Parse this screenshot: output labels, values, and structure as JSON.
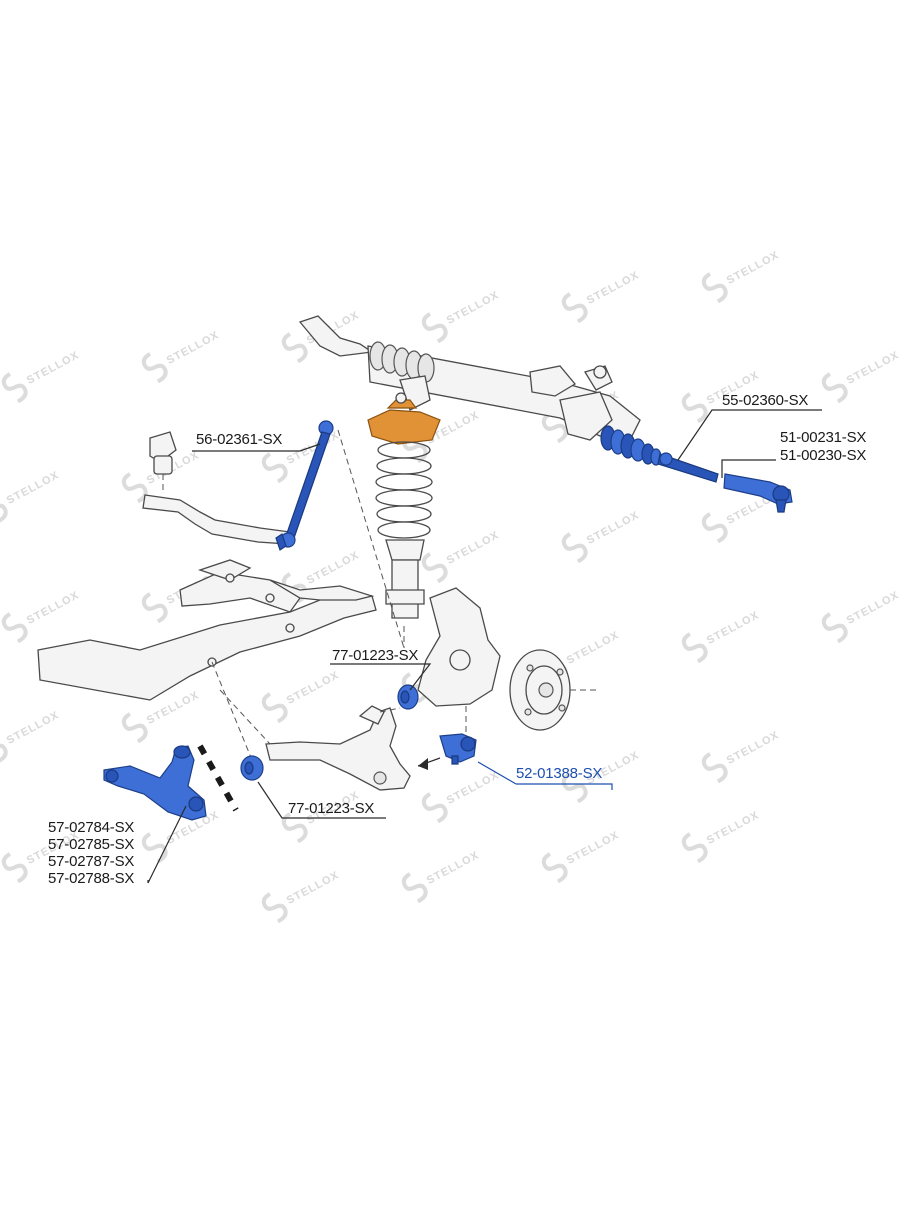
{
  "labels": {
    "rack_boot": "55-02360-SX",
    "tie_rod_end_1": "51-00231-SX",
    "tie_rod_end_2": "51-00230-SX",
    "stabilizer_link": "56-02361-SX",
    "bushing_upper": "77-01223-SX",
    "bushing_lower": "77-01223-SX",
    "ball_joint": "52-01388-SX",
    "control_arm_1": "57-02784-SX",
    "control_arm_2": "57-02785-SX",
    "control_arm_3": "57-02787-SX",
    "control_arm_4": "57-02788-SX"
  },
  "watermark": {
    "text": "STELLOX"
  },
  "colors": {
    "highlight_part": "#3d6fd6",
    "strut_mount": "#e19236",
    "highlight_label": "#1c4fb0"
  }
}
